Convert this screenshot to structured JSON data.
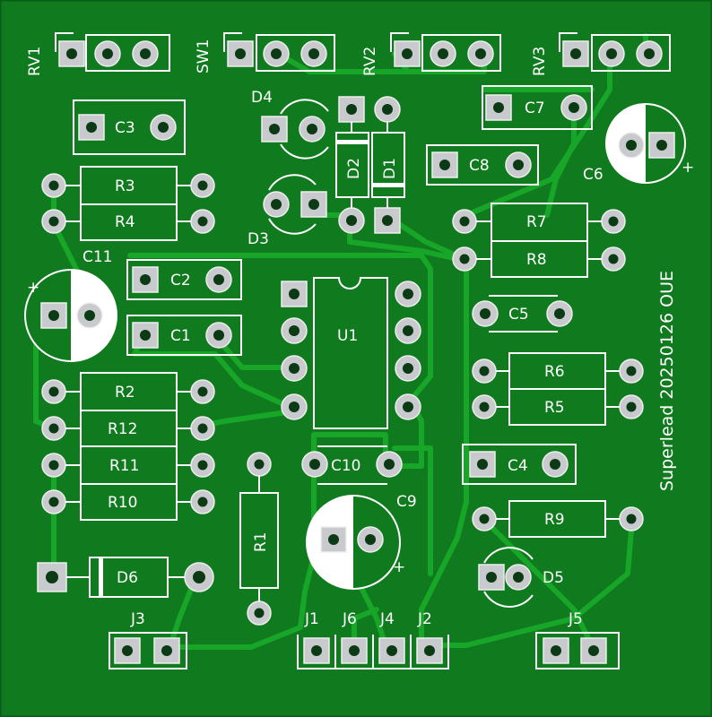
{
  "board_text": "Superlead 20250126 OUE",
  "labels": {
    "rv1": "RV1",
    "sw1": "SW1",
    "rv2": "RV2",
    "rv3": "RV3",
    "c3": "C3",
    "c7": "C7",
    "c8": "C8",
    "c6": "C6",
    "d4": "D4",
    "d3": "D3",
    "d2": "D2",
    "d1": "D1",
    "r3": "R3",
    "r4": "R4",
    "r7": "R7",
    "r8": "R8",
    "c11": "C11",
    "c2": "C2",
    "c1": "C1",
    "u1": "U1",
    "c5": "C5",
    "r6": "R6",
    "r5": "R5",
    "r2": "R2",
    "r12": "R12",
    "r11": "R11",
    "r10": "R10",
    "c10": "C10",
    "c4": "C4",
    "c9": "C9",
    "r1": "R1",
    "r9": "R9",
    "d6": "D6",
    "d5": "D5",
    "j3": "J3",
    "j1": "J1",
    "j6": "J6",
    "j4": "J4",
    "j2": "J2",
    "j5": "J5"
  },
  "colors": {
    "board": "#0f7a1e",
    "trace": "#18a628",
    "silkscreen": "#ffffff",
    "pad": "#c9cacd"
  }
}
